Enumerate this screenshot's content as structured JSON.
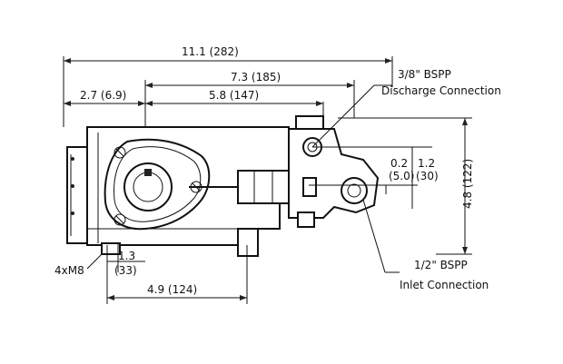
{
  "dimensions": {
    "overall_length": "11.1 (282)",
    "to_discharge": "7.3 (185)",
    "shaft_offset": "2.7 (6.9)",
    "mid_length": "5.8 (147)",
    "foot_height_in": "1.3",
    "foot_height_mm": "(33)",
    "foot_length": "4.9 (124)",
    "total_height": "4.8 (122)",
    "inlet_offset_in": "0.2",
    "inlet_offset_mm": "(5.0)",
    "discharge_offset_in": "1.2",
    "discharge_offset_mm": "(30)"
  },
  "callouts": {
    "discharge_size": "3/8\" BSPP",
    "discharge_name": "Discharge Connection",
    "inlet_size": "1/2\" BSPP",
    "inlet_name": "Inlet Connection",
    "mount_bolts": "4xM8"
  }
}
